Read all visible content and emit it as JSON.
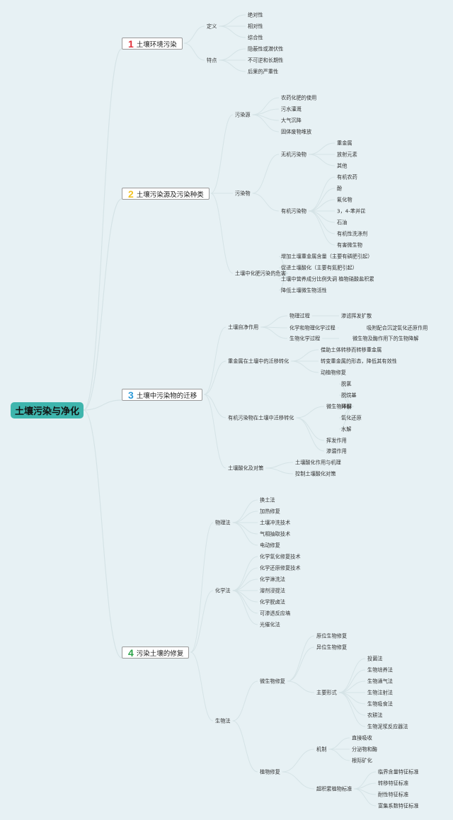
{
  "root": {
    "label": "土壤污染与净化"
  },
  "branches": [
    {
      "number": "1",
      "color": "#e0303a",
      "label": "土壤环境污染",
      "children": [
        {
          "label": "定义",
          "children": [
            {
              "label": "绝对性"
            },
            {
              "label": "相对性"
            },
            {
              "label": "综合性"
            }
          ]
        },
        {
          "label": "特点",
          "children": [
            {
              "label": "隐蔽性或潜伏性"
            },
            {
              "label": "不可逆和长期性"
            },
            {
              "label": "后果的严重性"
            }
          ]
        }
      ]
    },
    {
      "number": "2",
      "color": "#f2c224",
      "label": "土壤污染源及污染种类",
      "children": [
        {
          "label": "污染源",
          "children": [
            {
              "label": "农药化肥的使用"
            },
            {
              "label": "污水灌溉"
            },
            {
              "label": "大气沉降"
            },
            {
              "label": "固体废物堆放"
            }
          ]
        },
        {
          "label": "污染物",
          "children": [
            {
              "label": "无机污染物",
              "children": [
                {
                  "label": "重金属"
                },
                {
                  "label": "放射元素"
                },
                {
                  "label": "其他"
                }
              ]
            },
            {
              "label": "有机污染物",
              "children": [
                {
                  "label": "有机农药"
                },
                {
                  "label": "酚"
                },
                {
                  "label": "氰化物"
                },
                {
                  "label": "3，4-苯并芘"
                },
                {
                  "label": "石油"
                },
                {
                  "label": "有机性洗涤剂"
                },
                {
                  "label": "有害微生物"
                }
              ]
            }
          ]
        },
        {
          "label": "土壤中化肥污染的危害",
          "children": [
            {
              "label": "增加土壤重金属含量（主要有磷肥引起）"
            },
            {
              "label": "促进土壤酸化（主要有氮肥引起）"
            },
            {
              "label": "土壤中营养成分比例失调 植物硝酸盐积累"
            },
            {
              "label": "降低土壤微生物活性"
            }
          ]
        }
      ]
    },
    {
      "number": "3",
      "color": "#2c9ad8",
      "label": "土壤中污染物的迁移",
      "children": [
        {
          "label": "土壤自净作用",
          "children": [
            {
              "label": "物理过程",
              "children": [
                {
                  "label": "渗滤挥发扩散"
                }
              ]
            },
            {
              "label": "化学和物理化学过程",
              "children": [
                {
                  "label": "吸附配合沉淀氧化还原作用"
                }
              ]
            },
            {
              "label": "生物化学过程",
              "children": [
                {
                  "label": "微生物及酶作用下的生物降解"
                }
              ]
            }
          ]
        },
        {
          "label": "重金属在土壤中的迁移转化",
          "children": [
            {
              "label": "借助土体转移而转移重金属"
            },
            {
              "label": "转变重金属的形态，降低其有效性"
            },
            {
              "label": "动植物修复"
            }
          ]
        },
        {
          "label": "有机污染物在土壤中迁移转化",
          "children": [
            {
              "label": "微生物降解",
              "children": [
                {
                  "label": "脱氯"
                },
                {
                  "label": "脱烷基"
                },
                {
                  "label": "环裂"
                },
                {
                  "label": "氧化还原"
                },
                {
                  "label": "水解"
                }
              ]
            },
            {
              "label": "挥发作用"
            },
            {
              "label": "渗漏作用"
            }
          ]
        },
        {
          "label": "土壤酸化及对策",
          "children": [
            {
              "label": "土壤酸化作用与机理"
            },
            {
              "label": "控制土壤酸化对策"
            }
          ]
        }
      ]
    },
    {
      "number": "4",
      "color": "#2ea34a",
      "label": "污染土壤的修复",
      "children": [
        {
          "label": "物理法",
          "children": [
            {
              "label": "换土法"
            },
            {
              "label": "加热修复"
            },
            {
              "label": "土壤冲洗技术"
            },
            {
              "label": "气相抽取技术"
            },
            {
              "label": "电动修复"
            }
          ]
        },
        {
          "label": "化学法",
          "children": [
            {
              "label": "化学氧化修复技术"
            },
            {
              "label": "化学还原修复技术"
            },
            {
              "label": "化学淋洗法"
            },
            {
              "label": "溶剂浸提法"
            },
            {
              "label": "化学脱卤法"
            },
            {
              "label": "可渗透反应墙"
            },
            {
              "label": "光催化法"
            }
          ]
        },
        {
          "label": "生物法",
          "children": [
            {
              "label": "微生物修复",
              "children": [
                {
                  "label": "原位生物修复"
                },
                {
                  "label": "异位生物修复"
                },
                {
                  "label": "主要形式",
                  "children": [
                    {
                      "label": "投菌法"
                    },
                    {
                      "label": "生物培养法"
                    },
                    {
                      "label": "生物通气法"
                    },
                    {
                      "label": "生物注射法"
                    },
                    {
                      "label": "生物吸食法"
                    },
                    {
                      "label": "农耕法"
                    },
                    {
                      "label": "生物泥浆反应器法"
                    }
                  ]
                }
              ]
            },
            {
              "label": "植物修复",
              "children": [
                {
                  "label": "机制",
                  "children": [
                    {
                      "label": "直接吸收"
                    },
                    {
                      "label": "分泌物和酶"
                    },
                    {
                      "label": "根际矿化"
                    }
                  ]
                },
                {
                  "label": "超积累植物标准",
                  "children": [
                    {
                      "label": "临界含量特征标准"
                    },
                    {
                      "label": "转移特征标准"
                    },
                    {
                      "label": "耐性特征标准"
                    },
                    {
                      "label": "富集系数特征标准"
                    }
                  ]
                }
              ]
            }
          ]
        }
      ]
    }
  ],
  "colors": {
    "background": "#e7f1f4",
    "root_fill": "#3fb5ad",
    "link": "#d5e3e6"
  }
}
